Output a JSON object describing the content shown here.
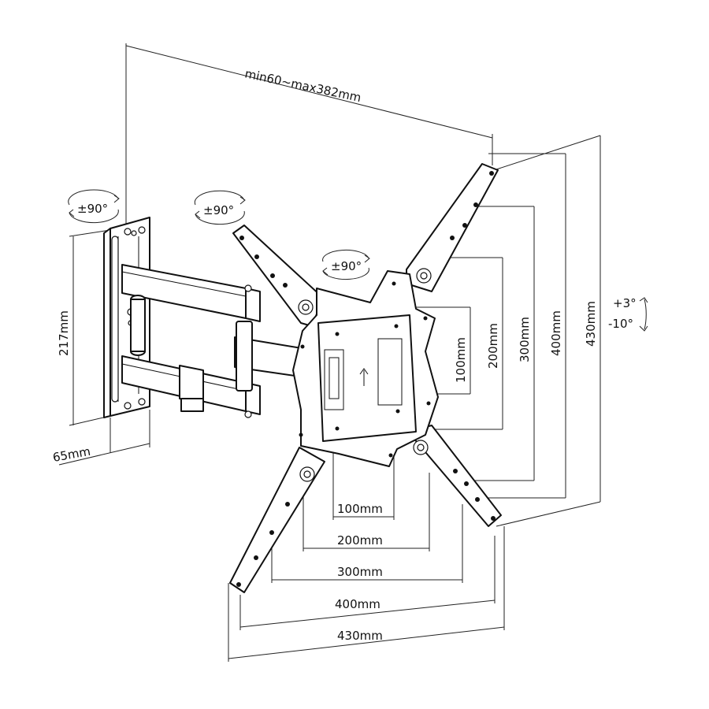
{
  "diagram": {
    "stroke_color": "#111111",
    "background_color": "#ffffff",
    "rotations": {
      "wall_plate": "±90°",
      "arm_joint": "±90°",
      "vesa_plate": "±90°",
      "tilt_up": "+3°",
      "tilt_down": "-10°"
    },
    "dimensions": {
      "extension": "min60~max382mm",
      "wall_plate_height": "217mm",
      "wall_plate_width": "65mm",
      "vertical": [
        "100mm",
        "200mm",
        "300mm",
        "400mm",
        "430mm"
      ],
      "horizontal": [
        "100mm",
        "200mm",
        "300mm",
        "400mm",
        "430mm"
      ]
    }
  }
}
